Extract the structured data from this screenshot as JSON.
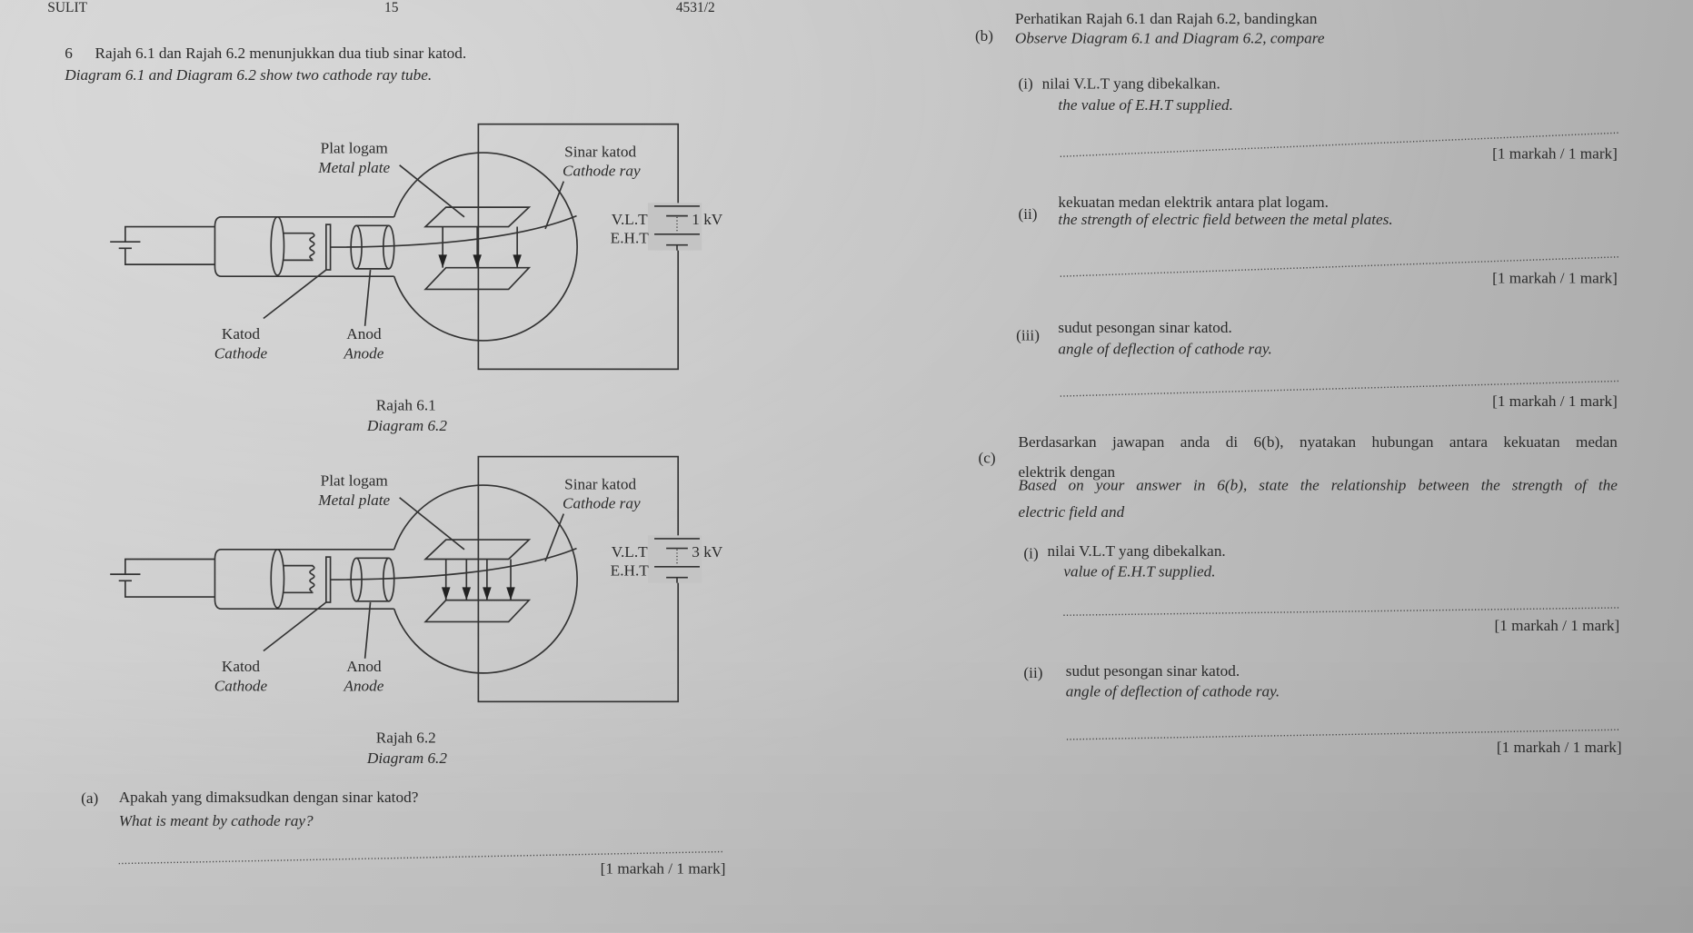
{
  "header": {
    "left": "SULIT",
    "page": "15",
    "code": "4531/2"
  },
  "question": {
    "number": "6",
    "intro_ms": "Rajah 6.1 dan Rajah 6.2 menunjukkan dua tiub sinar katod.",
    "intro_en": "Diagram 6.1 and Diagram 6.2 show two cathode ray tube."
  },
  "diagrams": [
    {
      "plate_ms": "Plat logam",
      "plate_en": "Metal plate",
      "ray_ms": "Sinar katod",
      "ray_en": "Cathode ray",
      "vlt": "V.L.T",
      "eht": "E.H.T",
      "voltage": "1 kV",
      "cathode_ms": "Katod",
      "cathode_en": "Cathode",
      "anode_ms": "Anod",
      "anode_en": "Anode",
      "caption_ms": "Rajah 6.1",
      "caption_en": "Diagram 6.2",
      "field_arrows": 3
    },
    {
      "plate_ms": "Plat logam",
      "plate_en": "Metal plate",
      "ray_ms": "Sinar katod",
      "ray_en": "Cathode ray",
      "vlt": "V.L.T",
      "eht": "E.H.T",
      "voltage": "3 kV",
      "cathode_ms": "Katod",
      "cathode_en": "Cathode",
      "anode_ms": "Anod",
      "anode_en": "Anode",
      "caption_ms": "Rajah 6.2",
      "caption_en": "Diagram 6.2",
      "field_arrows": 4
    }
  ],
  "part_a": {
    "label": "(a)",
    "ms": "Apakah yang dimaksudkan dengan sinar katod?",
    "en": "What is meant by cathode ray?",
    "marks": "[1 markah / 1 mark]"
  },
  "part_b": {
    "label": "(b)",
    "ms": "Perhatikan Rajah 6.1 dan Rajah 6.2, bandingkan",
    "en": "Observe Diagram 6.1 and Diagram 6.2, compare",
    "items": [
      {
        "label": "(i)",
        "ms": "nilai V.L.T yang dibekalkan.",
        "en": "the value of E.H.T supplied.",
        "marks": "[1 markah / 1 mark]"
      },
      {
        "label": "(ii)",
        "ms": "kekuatan medan elektrik antara plat logam.",
        "en": "the strength of electric field between the metal plates.",
        "marks": "[1 markah / 1 mark]"
      },
      {
        "label": "(iii)",
        "ms": "sudut pesongan sinar katod.",
        "en": "angle of deflection of cathode ray.",
        "marks": "[1 markah / 1 mark]"
      }
    ]
  },
  "part_c": {
    "label": "(c)",
    "ms_line1": "Berdasarkan jawapan anda di 6(b), nyatakan hubungan antara kekuatan medan",
    "ms_line2": "elektrik dengan",
    "en_line1": "Based on your answer in 6(b), state the relationship between the strength of the",
    "en_line2": "electric field and",
    "items": [
      {
        "label": "(i)",
        "ms": "nilai V.L.T yang dibekalkan.",
        "en": "value of E.H.T supplied.",
        "marks": "[1 markah / 1 mark]"
      },
      {
        "label": "(ii)",
        "ms": "sudut pesongan sinar katod.",
        "en": "angle of deflection of cathode ray.",
        "marks": "[1 markah / 1 mark]"
      }
    ]
  }
}
